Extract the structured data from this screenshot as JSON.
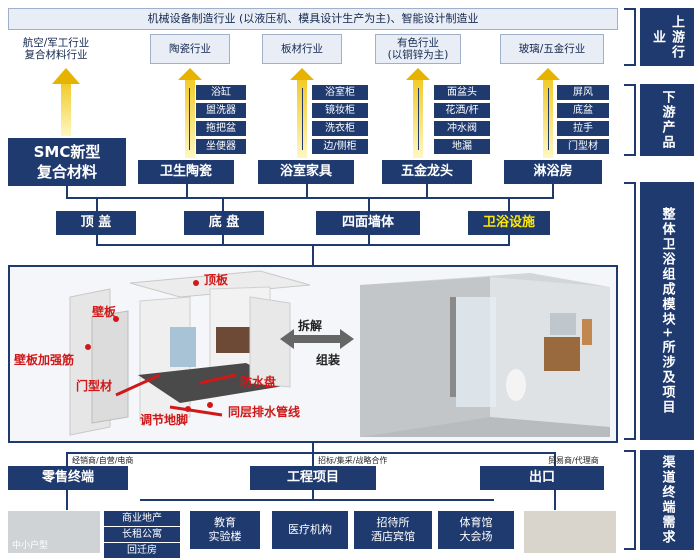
{
  "top_banner": "机械设备制造行业 (以液压机、模具设计生产为主)、智能设计制造业",
  "industries": [
    "航空/军工行业\n复合材料行业",
    "陶瓷行业",
    "板材行业",
    "有色行业\n(以铜锌为主)",
    "玻璃/五金行业"
  ],
  "smc": "SMC新型\n复合材料",
  "categories": [
    "卫生陶瓷",
    "浴室家具",
    "五金龙头",
    "淋浴房"
  ],
  "products": {
    "ceramic": [
      "浴缸",
      "盥洗器",
      "拖把盆",
      "坐便器"
    ],
    "furniture": [
      "浴室柜",
      "镜妆柜",
      "洗衣柜",
      "边/侧柜"
    ],
    "hardware": [
      "面盆头",
      "花洒/杆",
      "冲水阀",
      "地漏"
    ],
    "shower": [
      "屏风",
      "底盆",
      "拉手",
      "门型材"
    ]
  },
  "modules": [
    "顶 盖",
    "底 盘",
    "四面墙体",
    "卫浴设施"
  ],
  "diagram_labels": {
    "top_panel": "顶板",
    "wall_panel": "壁板",
    "wall_rib": "壁板加强筋",
    "door_profile": "门型材",
    "waterproof_tray": "防水盘",
    "adjust_foot": "调节地脚",
    "drain_pipe": "同层排水管线",
    "disassemble": "拆解",
    "assemble": "组装"
  },
  "channel_notes": [
    "经销商/自营/电商",
    "招标/集采/战略合作",
    "贸易商/代理商"
  ],
  "channels": [
    "零售终端",
    "工程项目",
    "出口"
  ],
  "end_uses": [
    "商业地产",
    "长租公寓",
    "回迁房",
    "教育\n实验楼",
    "医疗机构",
    "招待所\n酒店宾馆",
    "体育馆\n大会场"
  ],
  "caption_small": "中小户型",
  "right_labels": [
    "上游行业",
    "下游产品",
    "整体卫浴组成模块+所涉及项目",
    "渠道终端需求"
  ],
  "colors": {
    "navy": "#1f3a6e",
    "gold": "#e5b300",
    "red": "#d01818",
    "yellow": "#ffe600"
  }
}
